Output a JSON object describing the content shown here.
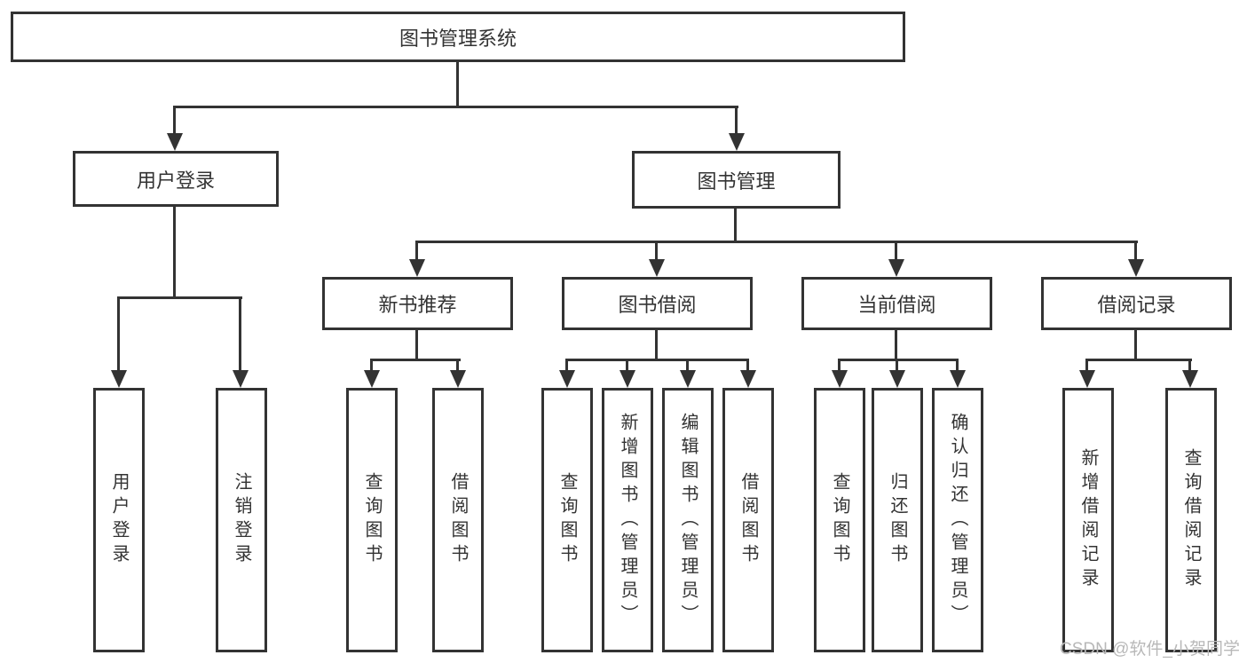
{
  "nodes": {
    "root": "图书管理系统",
    "branches": [
      "用户登录",
      "图书管理"
    ],
    "level2": [
      "新书推荐",
      "图书借阅",
      "当前借阅",
      "借阅记录"
    ],
    "leaves": [
      "用户登录",
      "注销登录",
      "查询图书",
      "借阅图书",
      "查询图书",
      "新增图书（管理员）",
      "编辑图书（管理员）",
      "借阅图书",
      "查询图书",
      "归还图书",
      "确认归还（管理员）",
      "新增借阅记录",
      "查询借阅记录"
    ]
  },
  "hierarchy": {
    "图书管理系统": {
      "用户登录": [
        "用户登录",
        "注销登录"
      ],
      "图书管理": {
        "新书推荐": [
          "查询图书",
          "借阅图书"
        ],
        "图书借阅": [
          "查询图书",
          "新增图书（管理员）",
          "编辑图书（管理员）",
          "借阅图书"
        ],
        "当前借阅": [
          "查询图书",
          "归还图书",
          "确认归还（管理员）"
        ],
        "借阅记录": [
          "新增借阅记录",
          "查询借阅记录"
        ]
      }
    }
  },
  "watermark": "CSDN @软件_小贺同学",
  "colors": {
    "line": "#333333",
    "text": "#333333",
    "background": "#ffffff",
    "watermark": "#b8b8b8"
  }
}
